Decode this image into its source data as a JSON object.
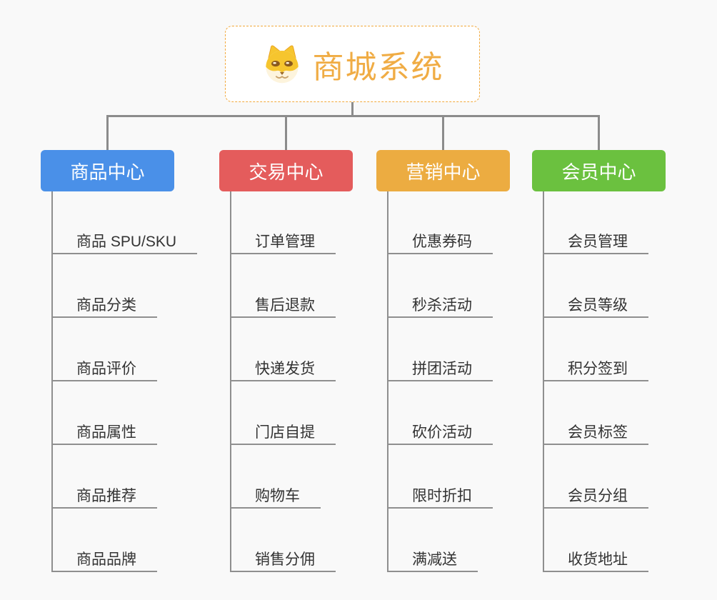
{
  "page": {
    "background_color": "#f9f9f9",
    "connector_color": "#8c8c8c"
  },
  "root": {
    "label": "商城系统",
    "icon": "dog-face-icon",
    "text_color": "#f0ac44",
    "border_color": "#f2a93c"
  },
  "branches": [
    {
      "label": "商品中心",
      "color": "#4a90e8",
      "items": [
        "商品 SPU/SKU",
        "商品分类",
        "商品评价",
        "商品属性",
        "商品推荐",
        "商品品牌"
      ]
    },
    {
      "label": "交易中心",
      "color": "#e45c5c",
      "items": [
        "订单管理",
        "售后退款",
        "快递发货",
        "门店自提",
        "购物车",
        "销售分佣"
      ]
    },
    {
      "label": "营销中心",
      "color": "#ecac41",
      "items": [
        "优惠券码",
        "秒杀活动",
        "拼团活动",
        "砍价活动",
        "限时折扣",
        "满减送"
      ]
    },
    {
      "label": "会员中心",
      "color": "#6bc13f",
      "items": [
        "会员管理",
        "会员等级",
        "积分签到",
        "会员标签",
        "会员分组",
        "收货地址"
      ]
    }
  ]
}
